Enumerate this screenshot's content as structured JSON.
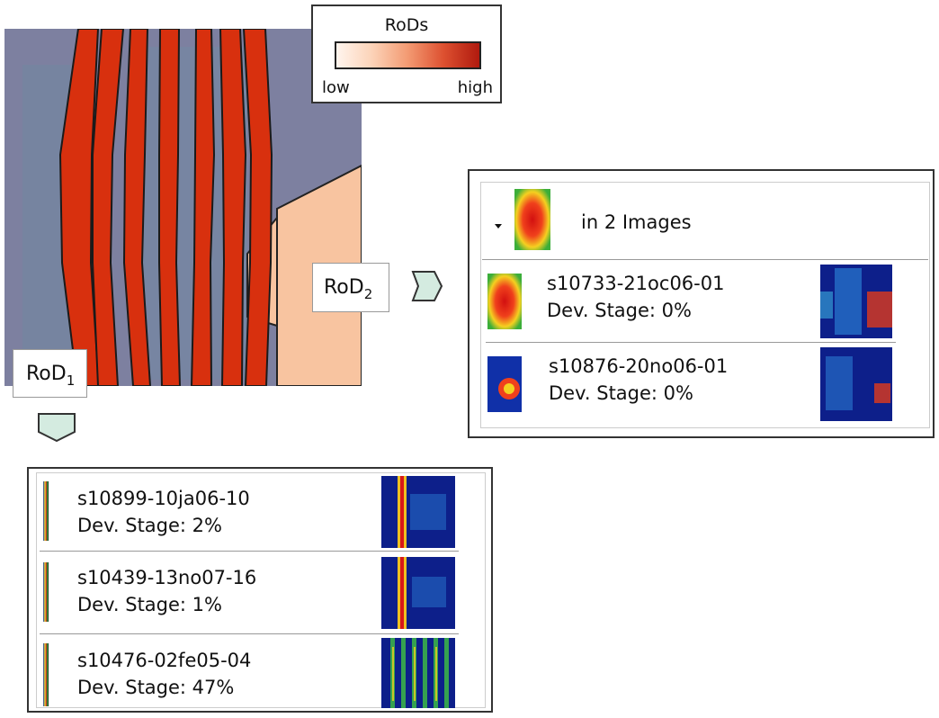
{
  "legend": {
    "title": "RoDs",
    "low": "low",
    "high": "high"
  },
  "rod_labels": {
    "rod2": "RoD",
    "rod2_sub": "2",
    "rod1": "RoD",
    "rod1_sub": "1"
  },
  "rod2_panel": {
    "group_label": "in 2 Images",
    "items": [
      {
        "id": "s10733-21oc06-01",
        "stage": "Dev. Stage: 0%"
      },
      {
        "id": "s10876-20no06-01",
        "stage": "Dev. Stage: 0%"
      }
    ]
  },
  "rod1_panel": {
    "items": [
      {
        "id": "s10899-10ja06-10",
        "stage": "Dev. Stage: 2%"
      },
      {
        "id": "s10439-13no07-16",
        "stage": "Dev. Stage: 1%"
      },
      {
        "id": "s10476-02fe05-04",
        "stage": "Dev. Stage: 47%"
      }
    ]
  }
}
